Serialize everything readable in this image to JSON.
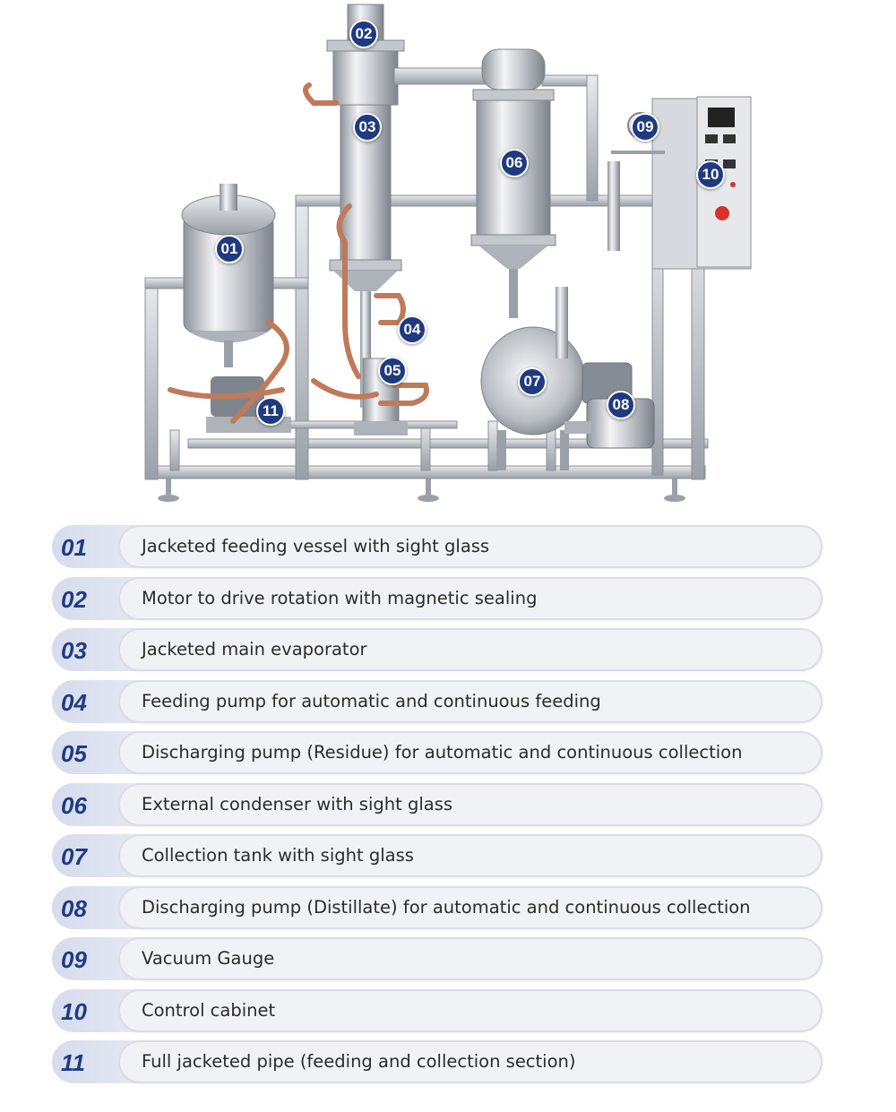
{
  "callouts": [
    {
      "number": "01",
      "label": "Jacketed feeding vessel with sight glass"
    },
    {
      "number": "02",
      "label": "Motor to drive rotation with magnetic sealing"
    },
    {
      "number": "03",
      "label": "Jacketed main evaporator"
    },
    {
      "number": "04",
      "label": "Feeding pump for automatic and continuous feeding"
    },
    {
      "number": "05",
      "label": "Discharging pump (Residue) for automatic and continuous collection"
    },
    {
      "number": "06",
      "label": "External condenser with sight glass"
    },
    {
      "number": "07",
      "label": "Collection tank with sight glass"
    },
    {
      "number": "08",
      "label": "Discharging pump (Distillate) for automatic and continuous collection"
    },
    {
      "number": "09",
      "label": "Vacuum Gauge"
    },
    {
      "number": "10",
      "label": "Control cabinet"
    },
    {
      "number": "11",
      "label": "Full jacketed pipe (feeding and collection section)"
    }
  ],
  "colors": {
    "accent": "#1f3b82",
    "marker": "#203a80",
    "row_bar": "#f1f2f5",
    "row_tab": "#dde2ef",
    "steel": "#c9cdd2",
    "copper": "#c07a5a"
  }
}
